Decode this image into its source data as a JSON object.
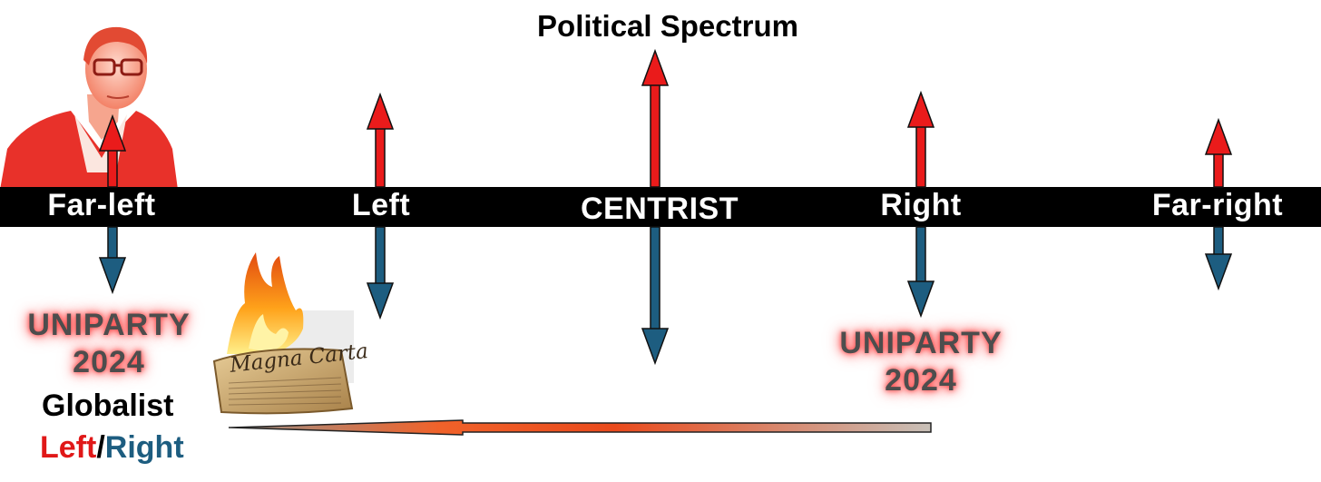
{
  "title": "Political Spectrum",
  "positions": [
    {
      "label": "Far-left"
    },
    {
      "label": "Left"
    },
    {
      "label": "CENTRIST"
    },
    {
      "label": "Right"
    },
    {
      "label": "Far-right"
    }
  ],
  "uniparty": {
    "line1": "UNIPARTY",
    "line2": "2024"
  },
  "globalist": {
    "label": "Globalist",
    "left": "Left",
    "slash": "/",
    "right": "Right"
  },
  "magna_carta": {
    "label": "Magna Carta"
  },
  "colors": {
    "up_arrow": "#ea1b1b",
    "down_arrow": "#1d5d80",
    "bar": "#000000",
    "glow": "#ff4444"
  }
}
